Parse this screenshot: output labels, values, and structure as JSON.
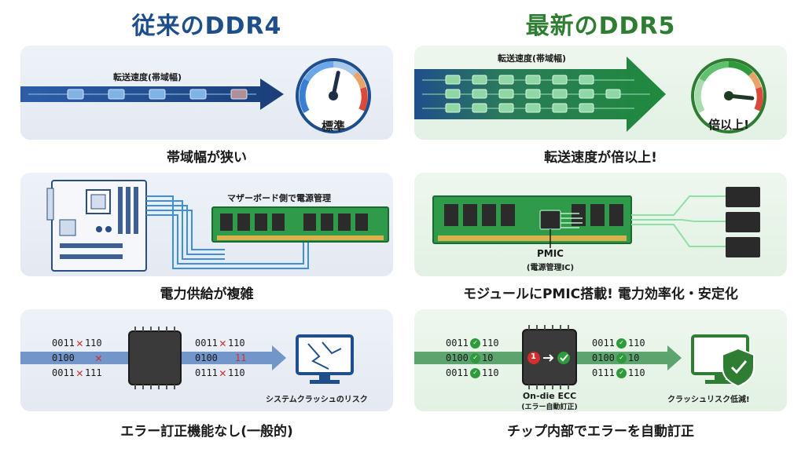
{
  "left": {
    "title": "従来のDDR4",
    "panel1": {
      "bandwidth_label": "転送速度(帯域幅)",
      "gauge_label": "標準",
      "gauge_level": 0.55
    },
    "caption1": "帯域幅が狭い",
    "panel2": {
      "label": "マザーボード側で電源管理"
    },
    "caption2": "電力供給が複雑",
    "panel3": {
      "bits_in": [
        "0011",
        "110",
        "0100",
        "0011",
        "111"
      ],
      "bits_out": [
        "0011",
        "110",
        "0100",
        "11",
        "0111",
        "110"
      ],
      "crash_label": "システムクラッシュのリスク"
    },
    "caption3": "エラー訂正機能なし(一般的)"
  },
  "right": {
    "title": "最新のDDR5",
    "panel1": {
      "bandwidth_label": "転送速度(帯域幅)",
      "gauge_label": "倍以上!",
      "gauge_level": 0.9
    },
    "caption1": "転送速度が倍以上!",
    "panel2": {
      "pmic_label": "PMIC",
      "pmic_sub": "(電源管理IC)"
    },
    "caption2": "モジュールにPMIC搭載! 電力効率化・安定化",
    "panel3": {
      "bits_in": [
        "0011",
        "110",
        "0100",
        "10",
        "0011",
        "110"
      ],
      "bits_out": [
        "0011",
        "110",
        "0100",
        "10",
        "0111",
        "110"
      ],
      "ecc_label": "On-die ECC",
      "ecc_sub": "(エラー自動訂正)",
      "ecc_step": "1",
      "crash_label": "クラッシュリスク低減!"
    },
    "caption3": "チップ内部でエラーを自動訂正"
  },
  "colors": {
    "ddr4": "#1f4e8c",
    "ddr5": "#2e7d32",
    "error": "#d32f2f",
    "ok": "#2e9a3c"
  }
}
